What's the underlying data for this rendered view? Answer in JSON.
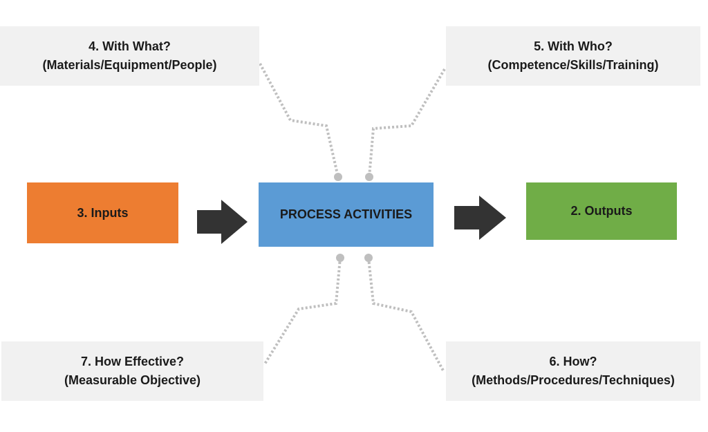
{
  "diagram": {
    "callouts": {
      "with_what": {
        "line1": "4. With What?",
        "line2": "(Materials/Equipment/People)"
      },
      "with_who": {
        "line1": "5. With Who?",
        "line2": "(Competence/Skills/Training)"
      },
      "how_effective": {
        "line1": "7. How Effective?",
        "line2": "(Measurable Objective)"
      },
      "how": {
        "line1": "6. How?",
        "line2": "(Methods/Procedures/Techniques)"
      }
    },
    "inputs": {
      "label": "3. Inputs",
      "color": "#ed7d31"
    },
    "process": {
      "label": "PROCESS ACTIVITIES",
      "color": "#5b9bd5"
    },
    "outputs": {
      "label": "2. Outputs",
      "color": "#70ad47"
    },
    "callout_color": "#f1f1f1",
    "arrow_color": "#333333",
    "connector_color": "#bfbfbf"
  }
}
